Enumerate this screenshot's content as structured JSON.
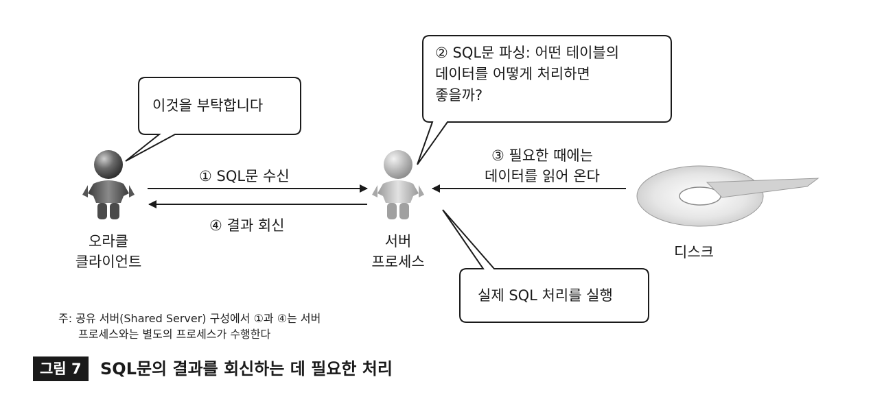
{
  "bubbles": {
    "client_request": "이것을 부탁합니다",
    "parse_lines": [
      "② SQL문 파싱: 어떤 테이블의",
      "데이터를 어떻게 처리하면",
      "좋을까?"
    ],
    "execute": "실제 SQL 처리를 실행"
  },
  "arrows": {
    "receive": "① SQL문 수신",
    "reply": "④ 결과 회신",
    "read_lines": [
      "③ 필요한 때에는",
      "데이터를 읽어 온다"
    ]
  },
  "actors": {
    "client_lines": [
      "오라클",
      "클라이언트"
    ],
    "server_lines": [
      "서버",
      "프로세스"
    ],
    "disk": "디스크"
  },
  "note_lines": [
    "주: 공유 서버(Shared Server) 구성에서 ①과 ④는 서버",
    "프로세스와는 별도의 프로세스가 수행한다"
  ],
  "figure": {
    "badge": "그림 7",
    "title": "SQL문의 결과를 회신하는 데 필요한 처리"
  }
}
